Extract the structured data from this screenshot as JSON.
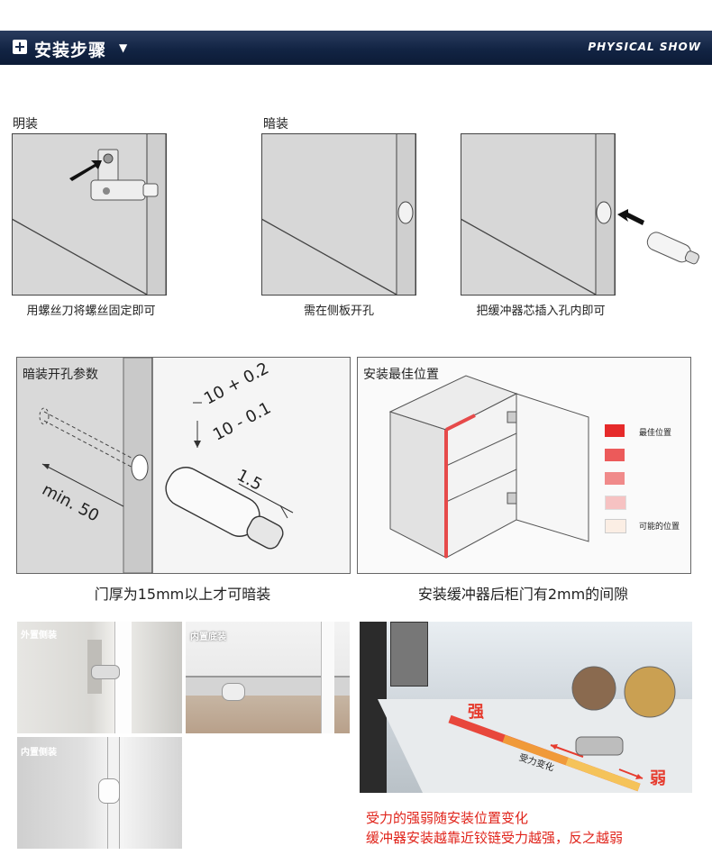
{
  "header": {
    "title": "安装步骤",
    "arrow": "▼",
    "brand": "PHYSICAL SHOW"
  },
  "row1": {
    "exposed_label": "明装",
    "hidden_label": "暗装",
    "caption_1": "用螺丝刀将螺丝固定即可",
    "caption_2": "需在侧板开孔",
    "caption_3": "把缓冲器芯插入孔内即可"
  },
  "params": {
    "label": "暗装开孔参数",
    "dim_hole": "10 + 0.2\n10 - 0.1",
    "dim_hole_top": "10 + 0.2",
    "dim_hole_bottom": "10 - 0.1",
    "dim_offset": "1.5",
    "dim_min": "min. 50",
    "caption": "门厚为15mm以上才可暗装"
  },
  "position": {
    "label": "安装最佳位置",
    "legend": [
      {
        "label": "最佳位置",
        "color": "#e62a2a"
      },
      {
        "label": "",
        "color": "#ec5a5a"
      },
      {
        "label": "",
        "color": "#f08a8a"
      },
      {
        "label": "",
        "color": "#f6c2c2"
      },
      {
        "label": "可能的位置",
        "color": "#fbeee4"
      }
    ],
    "caption": "安装缓冲器后柜门有2mm的间隙"
  },
  "photos": {
    "outer_side": "外置侧装",
    "inner_bottom": "内置底装",
    "inner_side": "内置侧装",
    "strong": "强",
    "weak": "弱",
    "force_change": "受力变化",
    "note_1": "受力的强弱随安装位置变化",
    "note_2": "缓冲器安装越靠近铰链受力越强，反之越弱"
  }
}
